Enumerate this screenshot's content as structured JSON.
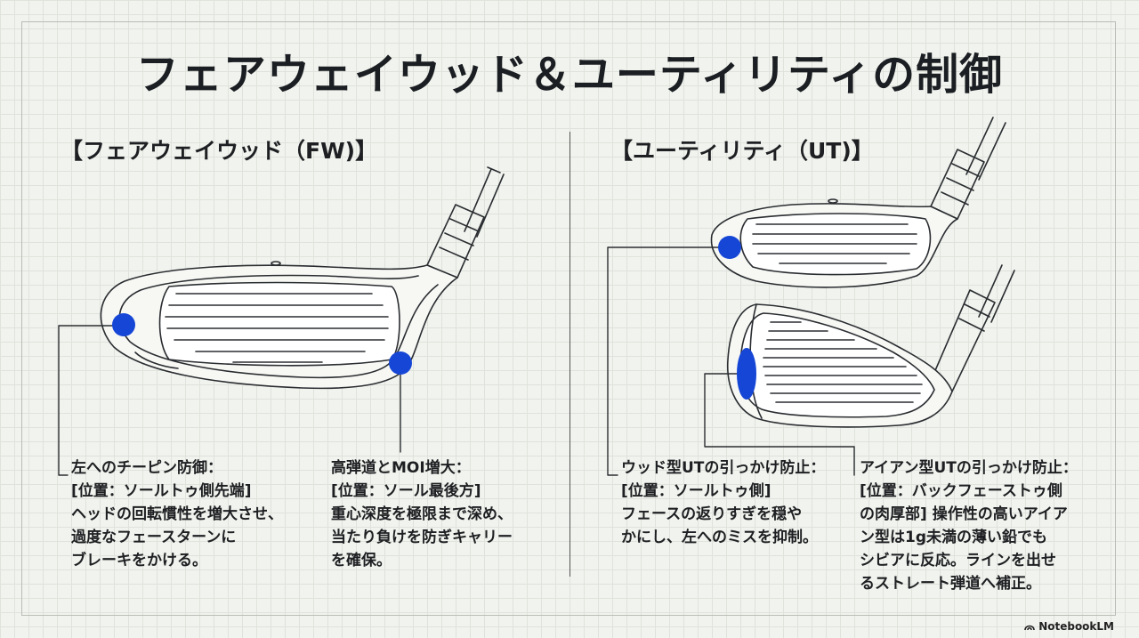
{
  "title": "フェアウェイウッド＆ユーティリティの制御",
  "sections": {
    "fw": {
      "heading": "【フェアウェイウッド（FW)】",
      "callouts": [
        {
          "lines": [
            "左へのチーピン防御：",
            "[位置：ソールトゥ側先端]",
            "ヘッドの回転慣性を増大させ、",
            "過度なフェースターンに",
            "ブレーキをかける。"
          ]
        },
        {
          "lines": [
            "高弾道とMOI増大：",
            "[位置：ソール最後方]",
            "重心深度を極限まで深め、",
            "当たり負けを防ぎキャリー",
            "を確保。"
          ]
        }
      ]
    },
    "ut": {
      "heading": "【ユーティリティ（UT)】",
      "callouts": [
        {
          "lines": [
            "ウッド型UTの引っかけ防止：",
            "[位置：ソールトゥ側]",
            "フェースの返りすぎを穏や",
            "かにし、左へのミスを抑制。"
          ]
        },
        {
          "lines": [
            "アイアン型UTの引っかけ防止：",
            "[位置：バックフェーストゥ側",
            "の肉厚部] 操作性の高いアイア",
            "ン型は1g未満の薄い鉛でも",
            "シビアに反応。ラインを出せ",
            "るストレート弾道へ補正。"
          ]
        }
      ]
    }
  },
  "colors": {
    "marker": "#1646d6",
    "line": "#2a2d31"
  },
  "brand": {
    "label": "NotebookLM",
    "icon": "notebooklm-icon"
  }
}
